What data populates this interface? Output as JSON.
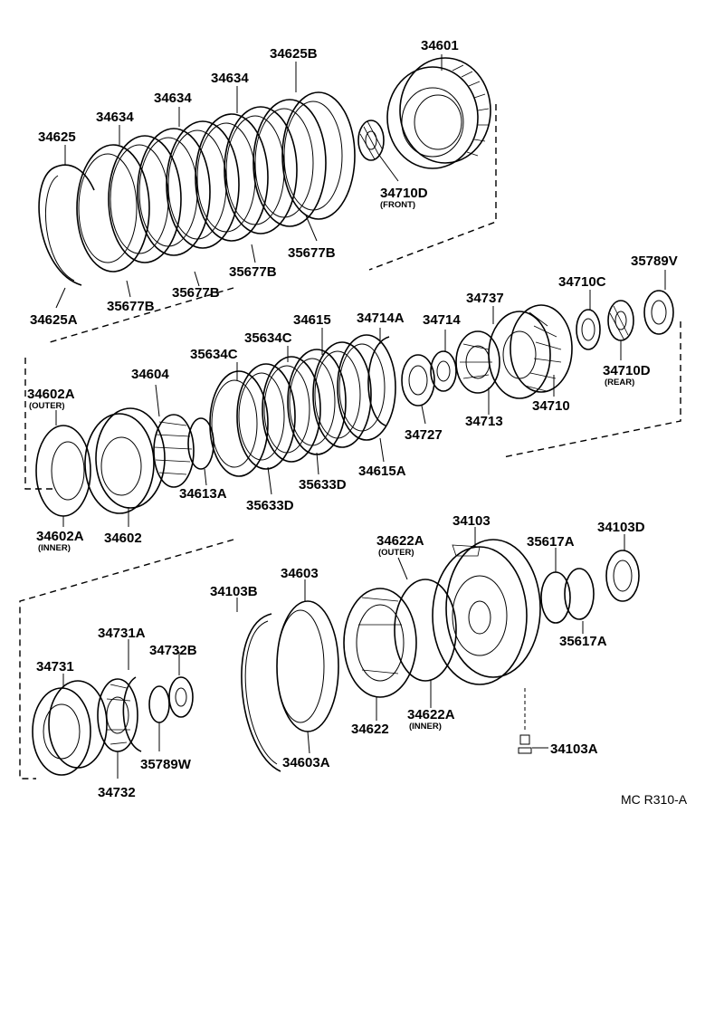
{
  "labels": {
    "p34601": "34601",
    "p34625B": "34625B",
    "p34634_c": "34634",
    "p34634_b": "34634",
    "p34634_a": "34634",
    "p34625": "34625",
    "p34710D_front": "34710D",
    "p34710D_front_sub": "(FRONT)",
    "p35677B_d": "35677B",
    "p35677B_c": "35677B",
    "p35677B_b": "35677B",
    "p35677B_a": "35677B",
    "p34625A": "34625A",
    "p35789V": "35789V",
    "p34710C": "34710C",
    "p34737": "34737",
    "p34714A": "34714A",
    "p34714": "34714",
    "p34615": "34615",
    "p35634C_b": "35634C",
    "p35634C_a": "35634C",
    "p34604": "34604",
    "p34602A_outer": "34602A",
    "p34602A_outer_sub": "(OUTER)",
    "p34710D_rear": "34710D",
    "p34710D_rear_sub": "(REAR)",
    "p34710": "34710",
    "p34713": "34713",
    "p34727": "34727",
    "p34615A": "34615A",
    "p35633D_b": "35633D",
    "p35633D_a": "35633D",
    "p34613A": "34613A",
    "p34602A_inner": "34602A",
    "p34602A_inner_sub": "(INNER)",
    "p34602": "34602",
    "p34103": "34103",
    "p34103D": "34103D",
    "p35617A_top": "35617A",
    "p35617A_bottom": "35617A",
    "p34622A_outer": "34622A",
    "p34622A_outer_sub": "(OUTER)",
    "p34603": "34603",
    "p34103B": "34103B",
    "p34731A": "34731A",
    "p34732B": "34732B",
    "p34731": "34731",
    "p34622A_inner": "34622A",
    "p34622A_inner_sub": "(INNER)",
    "p34622": "34622",
    "p34103A": "34103A",
    "p35789W": "35789W",
    "p34732": "34732",
    "p34603A": "34603A"
  },
  "diagram_code": "MC R310-A"
}
